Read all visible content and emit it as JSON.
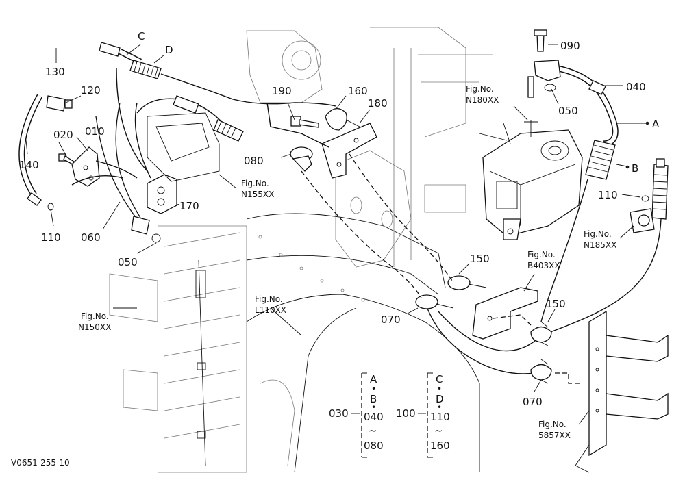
{
  "drawing_code": "V0651-255-10",
  "callouts": {
    "c130": "130",
    "c120": "120",
    "c020": "020",
    "c010": "010",
    "c140": "140",
    "c110a": "110",
    "c060": "060",
    "c050a": "050",
    "c170": "170",
    "c190": "190",
    "c160": "160",
    "c180": "180",
    "c080": "080",
    "c090": "090",
    "c040": "040",
    "c050b": "050",
    "c110b": "110",
    "c150a": "150",
    "c150b": "150",
    "c070a": "070",
    "c070b": "070",
    "letterC": "C",
    "letterD": "D",
    "letterA": "A",
    "letterB": "B"
  },
  "fig_refs": [
    {
      "line1": "Fig.No.",
      "line2": "N180XX"
    },
    {
      "line1": "Fig.No.",
      "line2": "N155XX"
    },
    {
      "line1": "Fig.No.",
      "line2": "N185XX"
    },
    {
      "line1": "Fig.No.",
      "line2": "B403XX"
    },
    {
      "line1": "Fig.No.",
      "line2": "L110XX"
    },
    {
      "line1": "Fig.No.",
      "line2": "N150XX"
    },
    {
      "line1": "Fig.No.",
      "line2": "5857XX"
    }
  ],
  "sets": {
    "set030": {
      "number": "030",
      "items": [
        "A",
        "B",
        "040",
        "080"
      ],
      "dot": "•",
      "tilde": "~"
    },
    "set100": {
      "number": "100",
      "items": [
        "C",
        "D",
        "110",
        "160"
      ],
      "dot": "•",
      "tilde": "~"
    }
  }
}
